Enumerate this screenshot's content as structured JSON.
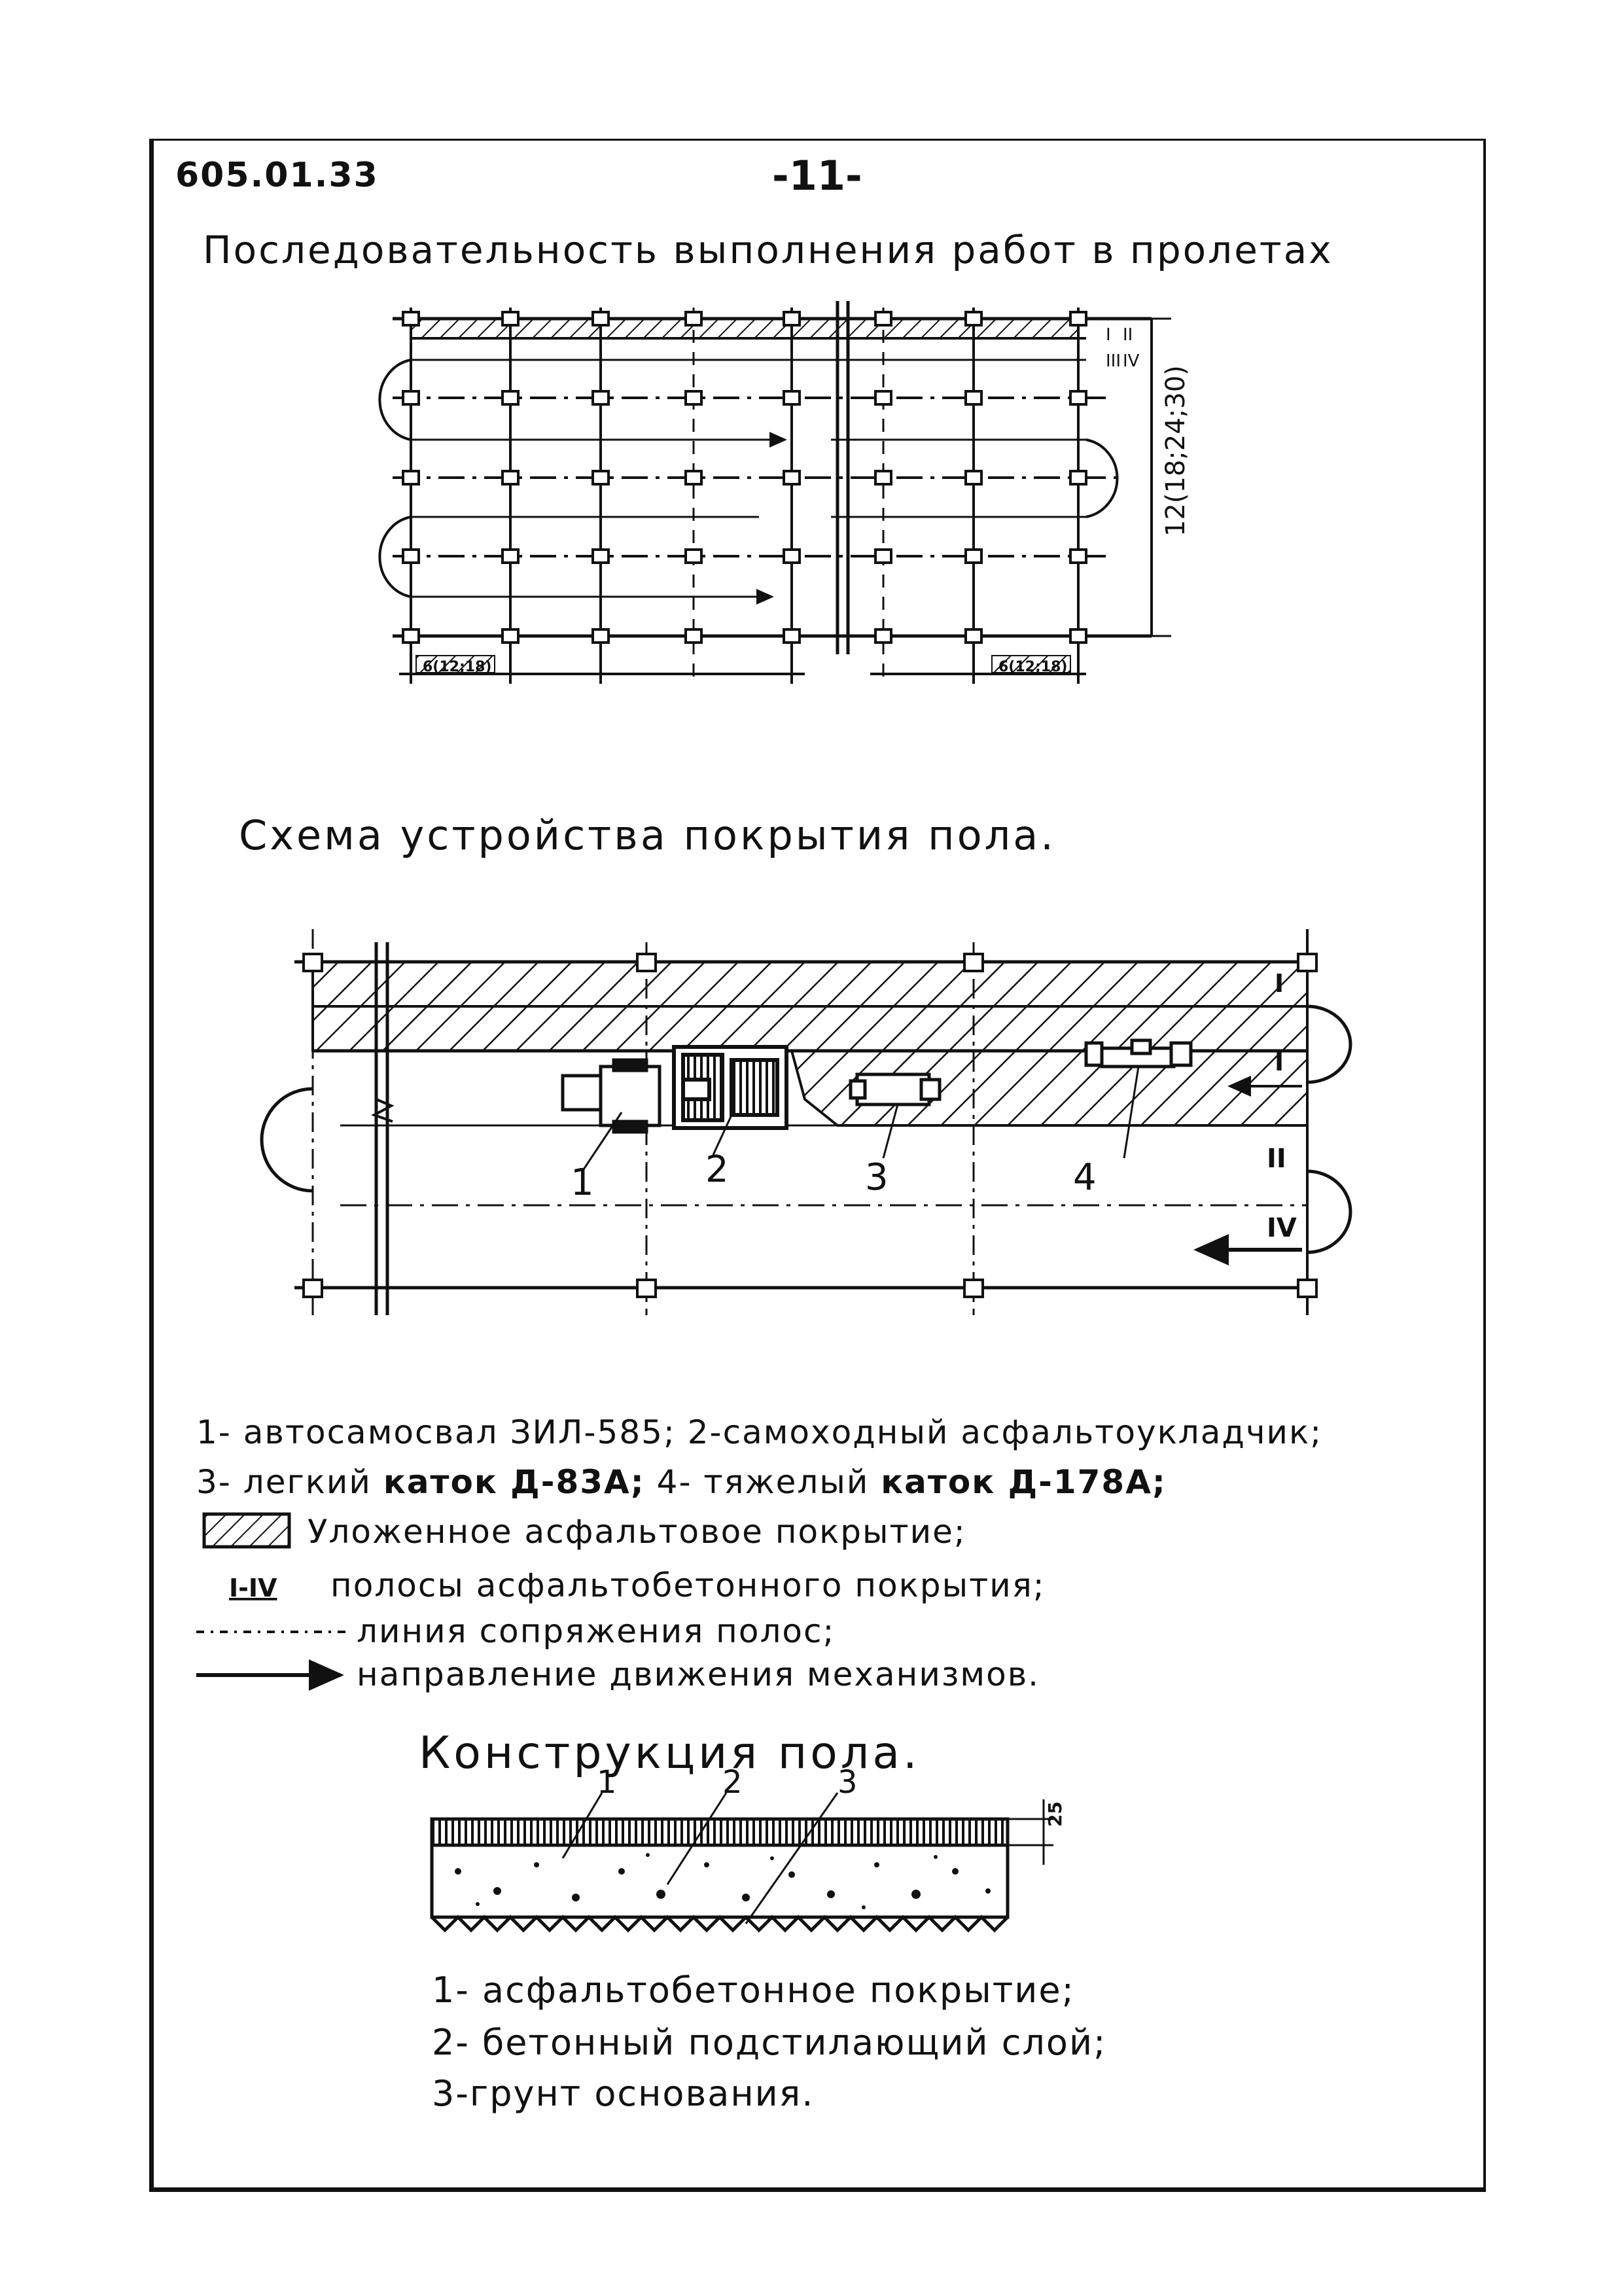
{
  "header": {
    "doc_number": "605.01.33",
    "page_number": "-11-"
  },
  "section1": {
    "title": "Последовательность выполнения работ в пролетах",
    "dimension_label": "12(18;24;30)",
    "band_marks": [
      "I",
      "II",
      "III",
      "IV"
    ],
    "bay_label_left": "6(12;18)",
    "bay_label_right": "6(12;18)"
  },
  "section2": {
    "title": "Схема устройства покрытия пола.",
    "machine_numbers": [
      "1",
      "2",
      "3",
      "4"
    ],
    "band_marks": [
      "I",
      "I",
      "II",
      "IV"
    ]
  },
  "legend": {
    "line1": "1- автосамосвал ЗИЛ-585; 2-самоходный асфальтоукладчик;",
    "line2_prefix": "3- легкий ",
    "line2_bold1": "каток Д-83А;",
    "line2_mid": " 4- тяжелый ",
    "line2_bold2": "каток Д-178А;",
    "items": [
      {
        "symbol": "hatch",
        "text": "Уложенное асфальтовое покрытие;"
      },
      {
        "symbol": "I-IV",
        "text": "полосы асфальтобетонного покрытия;"
      },
      {
        "symbol": "dashdot",
        "text": "линия сопряжения полос;"
      },
      {
        "symbol": "arrow",
        "text": "направление движения механизмов."
      }
    ]
  },
  "section3": {
    "title": "Конструкция пола.",
    "layer_numbers": [
      "1",
      "2",
      "3"
    ],
    "thickness_label": "25",
    "captions": [
      "1- асфальтобетонное покрытие;",
      "2- бетонный подстилающий слой;",
      "3-грунт основания."
    ]
  }
}
